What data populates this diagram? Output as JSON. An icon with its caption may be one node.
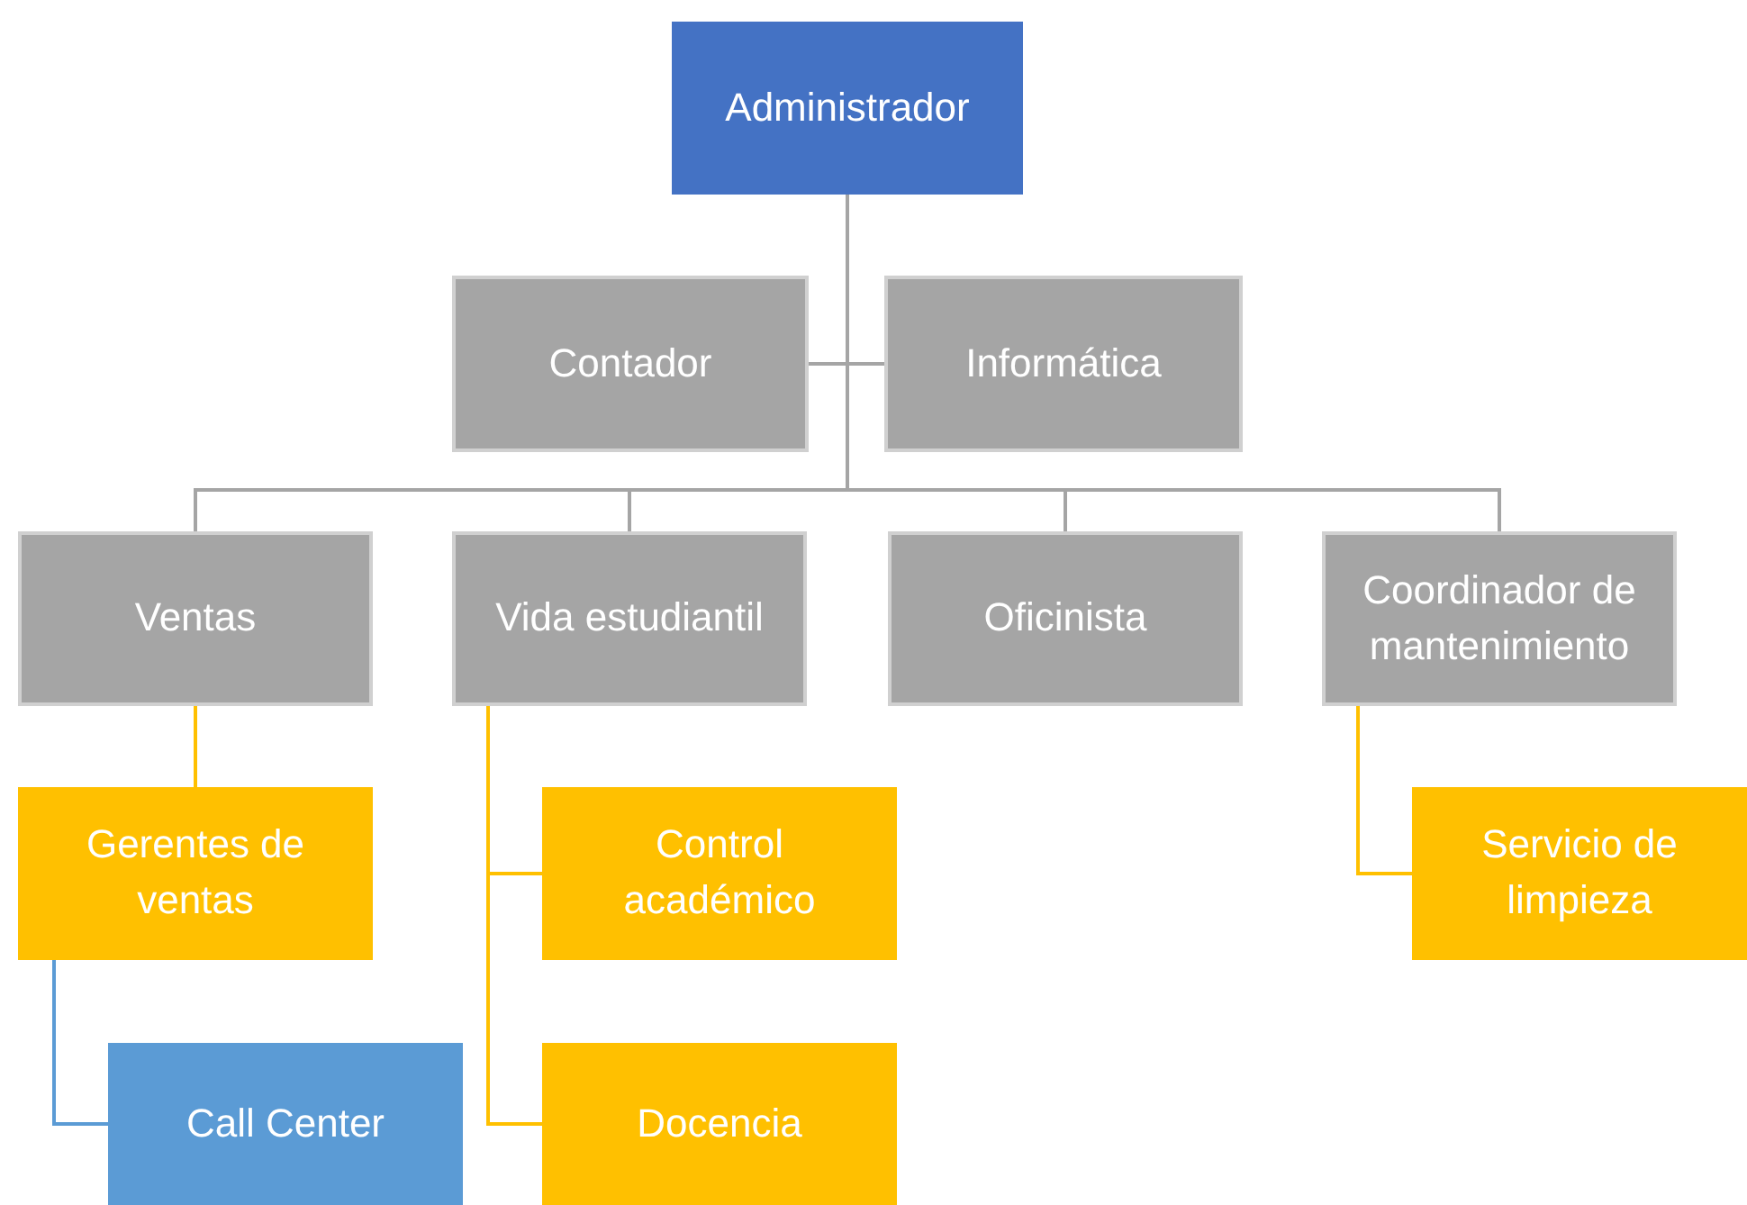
{
  "diagram": {
    "nodes": [
      {
        "text": [
          "Administrador"
        ]
      },
      {
        "text": [
          "Contador"
        ]
      },
      {
        "text": [
          "Informática"
        ]
      },
      {
        "text": [
          "Ventas"
        ]
      },
      {
        "text": [
          "Vida estudiantil"
        ]
      },
      {
        "text": [
          "Oficinista"
        ]
      },
      {
        "text": [
          "Coordinador de mantenimiento"
        ]
      },
      {
        "text": [
          "Gerentes de ventas"
        ]
      },
      {
        "text": [
          "Call Center"
        ]
      },
      {
        "text": [
          "Control académico"
        ]
      },
      {
        "text": [
          "Docencia"
        ]
      },
      {
        "text": [
          "Servicio de limpieza"
        ]
      }
    ],
    "edges": [
      {
        "from": 0,
        "to": 1,
        "arrow": "none"
      },
      {
        "from": 0,
        "to": 2,
        "arrow": "none"
      },
      {
        "from": 0,
        "to": 3,
        "arrow": "none"
      },
      {
        "from": 0,
        "to": 4,
        "arrow": "none"
      },
      {
        "from": 0,
        "to": 5,
        "arrow": "none"
      },
      {
        "from": 0,
        "to": 6,
        "arrow": "none"
      },
      {
        "from": 3,
        "to": 7,
        "arrow": "none",
        "color": "#ffc000"
      },
      {
        "from": 7,
        "to": 8,
        "arrow": "none",
        "color": "#5b9bd5"
      },
      {
        "from": 4,
        "to": 9,
        "arrow": "none",
        "color": "#ffc000"
      },
      {
        "from": 4,
        "to": 10,
        "arrow": "none",
        "color": "#ffc000"
      },
      {
        "from": 6,
        "to": 11,
        "arrow": "none",
        "color": "#ffc000"
      }
    ]
  }
}
